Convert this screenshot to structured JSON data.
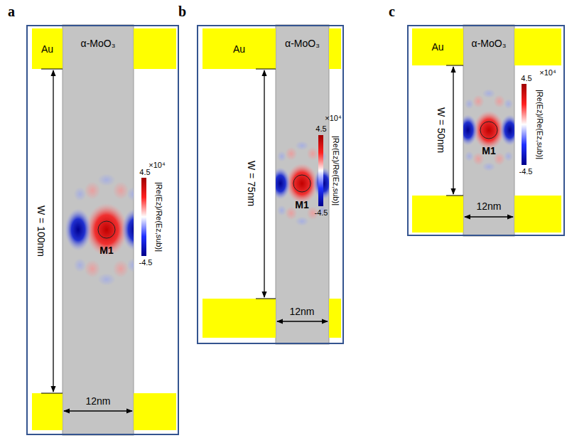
{
  "diagram": {
    "nodes": [
      {
        "text": [
          "a"
        ]
      },
      {
        "text": [
          "Au"
        ],
        "in": 0
      },
      {
        "text": [
          "α-MoO₃"
        ],
        "in": 0
      },
      {
        "text": [
          "b"
        ]
      },
      {
        "text": [
          "Au"
        ],
        "in": 3
      },
      {
        "text": [
          "α-MoO₃"
        ],
        "in": 3
      },
      {
        "text": [
          "c"
        ]
      },
      {
        "text": [
          "Au"
        ],
        "in": 6
      },
      {
        "text": [
          "α-MoO₃"
        ],
        "in": 6
      }
    ],
    "labels": [
      "W = 100nm",
      "12nm",
      "M1",
      "×10⁴",
      "4.5",
      "-4.5",
      "|Re(Ez)/Re(Ez,sub)|",
      "W = 75nm",
      "12nm",
      "M1",
      "×10⁴",
      "4.5",
      "-4.5",
      "|Re(Ez)/Re(Ez,sub)|",
      "W = 50nm",
      "12nm",
      "M1",
      "×10⁴",
      "4.5",
      "-4.5",
      "|Re(Ez)/Re(Ez,sub)|"
    ]
  }
}
